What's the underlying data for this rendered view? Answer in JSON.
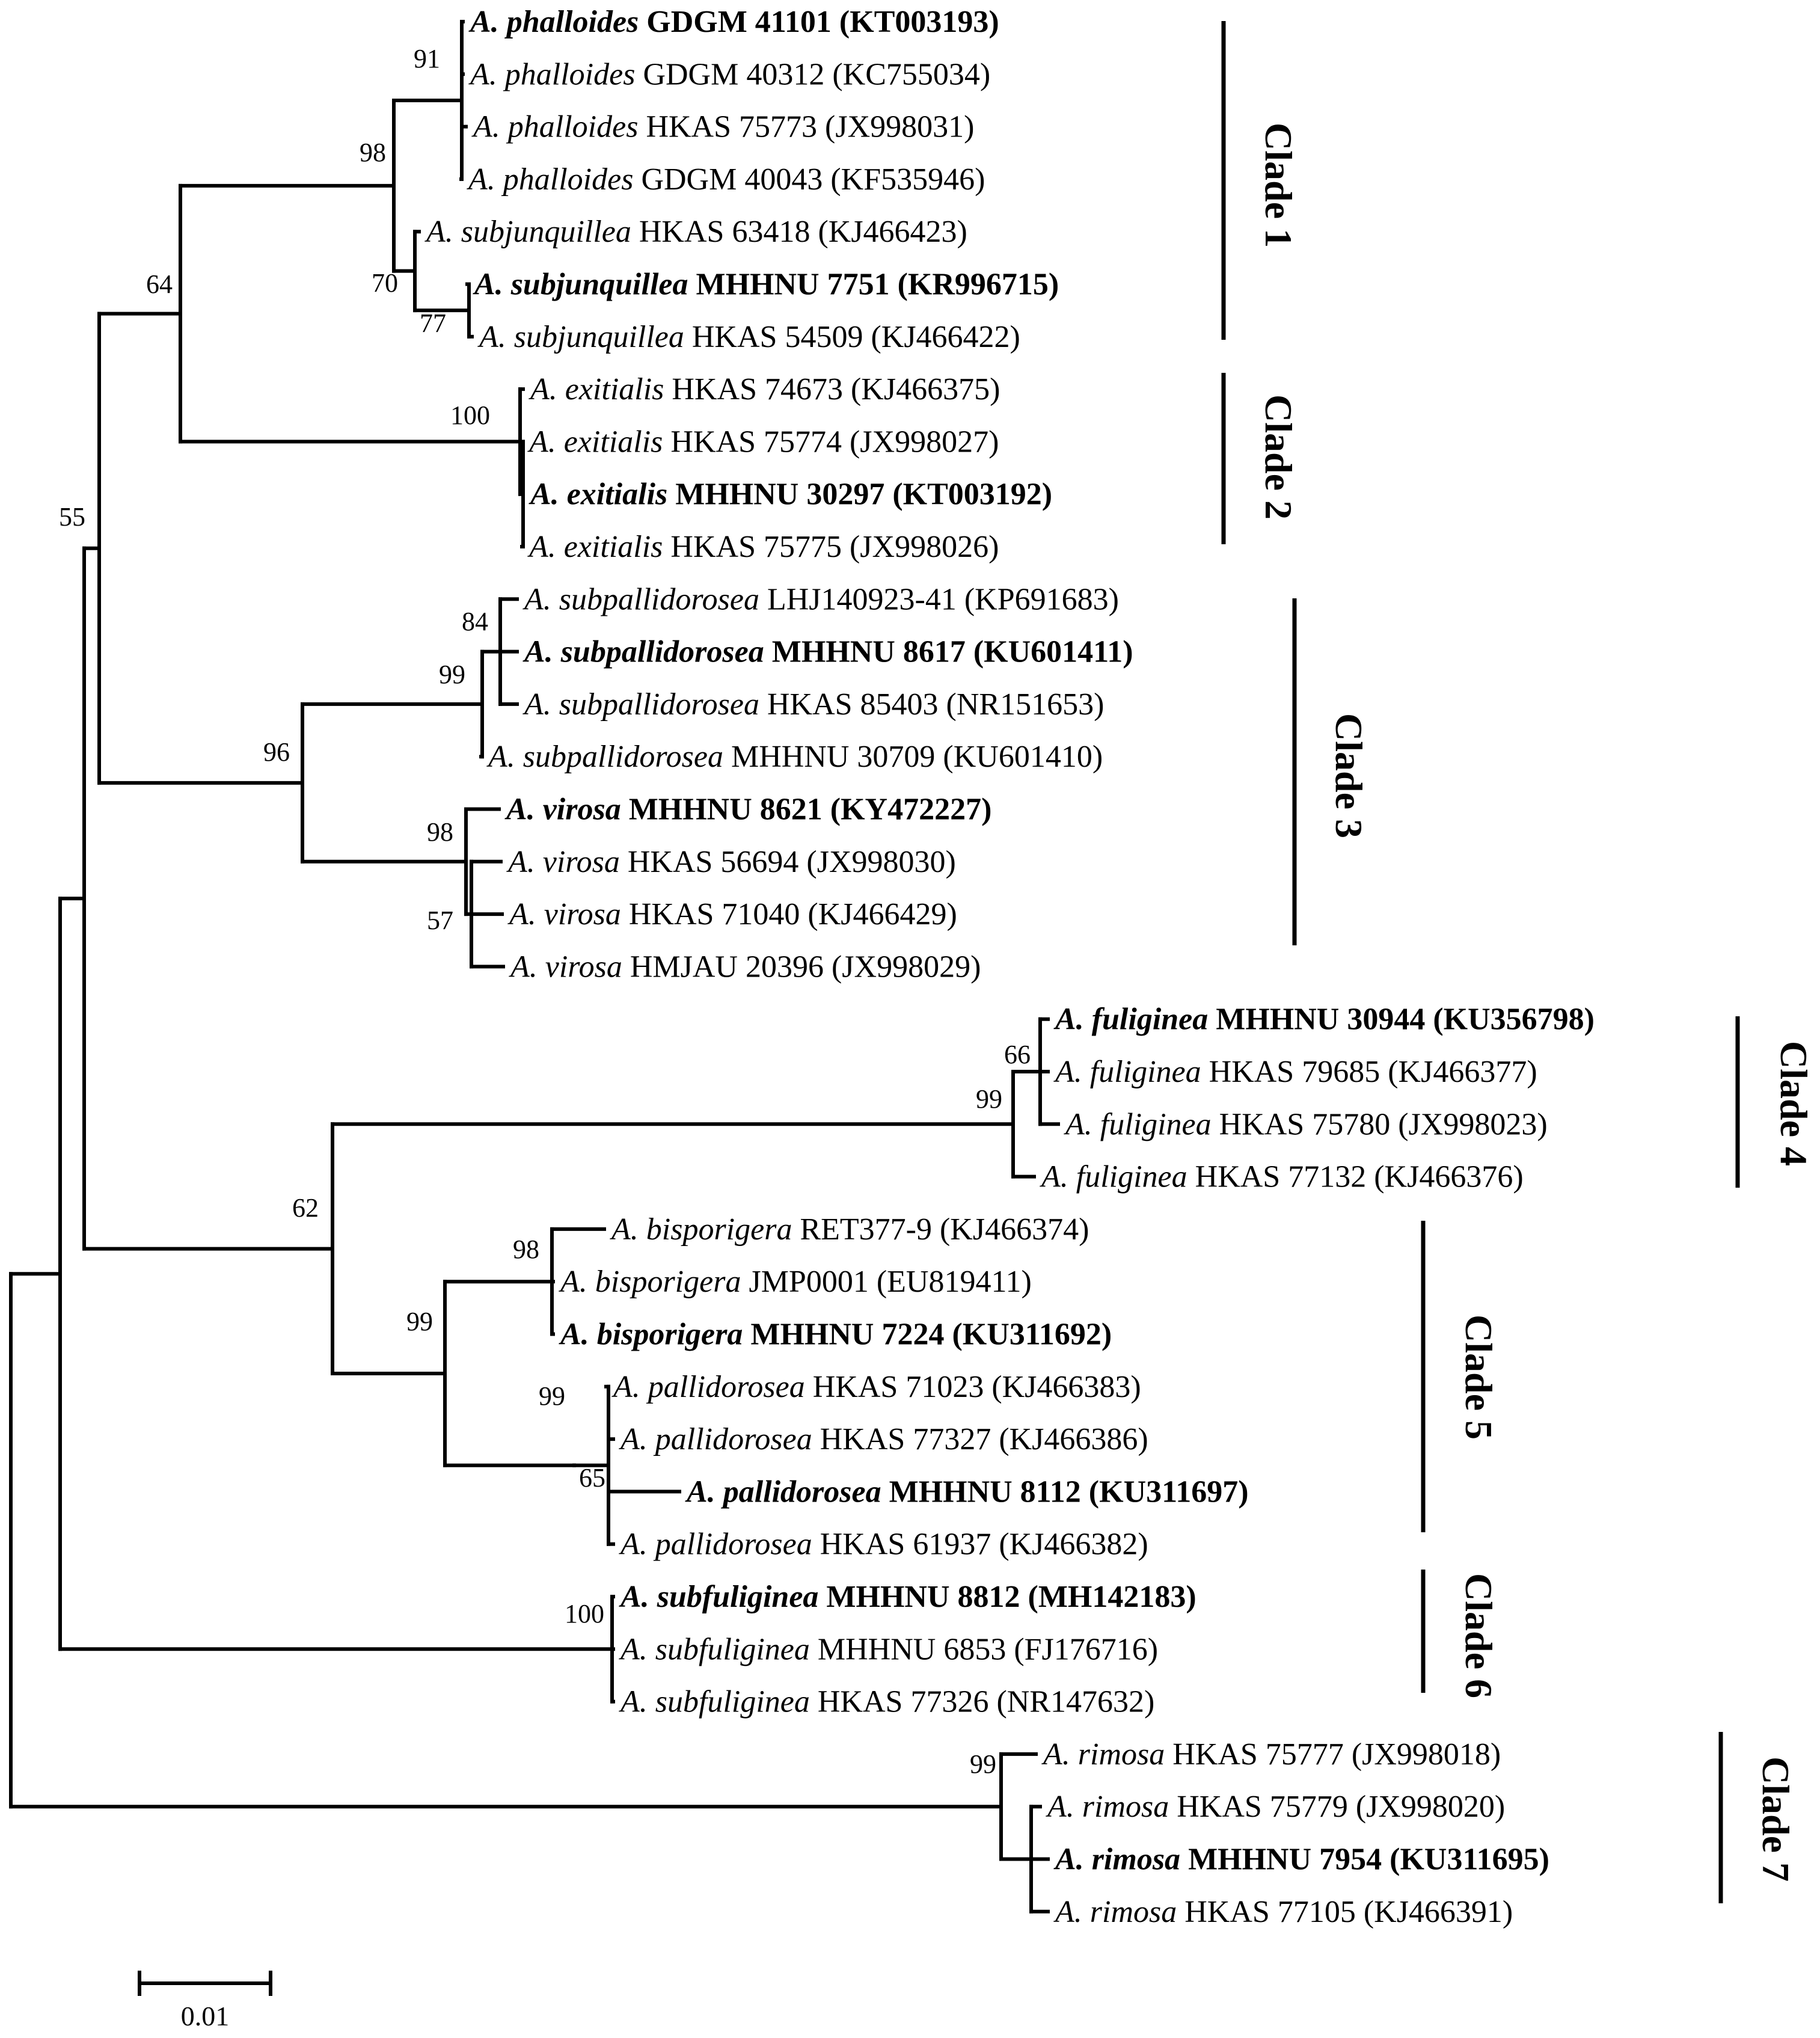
{
  "taxa": [
    {
      "genus": "A.",
      "species": "phalloides",
      "voucher": "GDGM 41101 (KT003193)",
      "bold": true
    },
    {
      "genus": "A.",
      "species": "phalloides",
      "voucher": "GDGM 40312 (KC755034)",
      "bold": false
    },
    {
      "genus": "A.",
      "species": "phalloides",
      "voucher": "HKAS 75773 (JX998031)",
      "bold": false
    },
    {
      "genus": "A.",
      "species": "phalloides",
      "voucher": "GDGM 40043 (KF535946)",
      "bold": false
    },
    {
      "genus": "A.",
      "species": "subjunquillea",
      "voucher": "HKAS 63418 (KJ466423)",
      "bold": false
    },
    {
      "genus": "A.",
      "species": "subjunquillea",
      "voucher": "MHHNU 7751 (KR996715)",
      "bold": true
    },
    {
      "genus": "A.",
      "species": "subjunquillea",
      "voucher": "HKAS 54509 (KJ466422)",
      "bold": false
    },
    {
      "genus": "A.",
      "species": "exitialis",
      "voucher": "HKAS 74673 (KJ466375)",
      "bold": false
    },
    {
      "genus": "A.",
      "species": "exitialis",
      "voucher": "HKAS 75774 (JX998027)",
      "bold": false
    },
    {
      "genus": "A.",
      "species": "exitialis",
      "voucher": "MHHNU 30297 (KT003192)",
      "bold": true
    },
    {
      "genus": "A.",
      "species": "exitialis",
      "voucher": "HKAS 75775 (JX998026)",
      "bold": false
    },
    {
      "genus": "A.",
      "species": "subpallidorosea",
      "voucher": "LHJ140923-41 (KP691683)",
      "bold": false
    },
    {
      "genus": "A.",
      "species": "subpallidorosea",
      "voucher": "MHHNU 8617 (KU601411)",
      "bold": true
    },
    {
      "genus": "A.",
      "species": "subpallidorosea",
      "voucher": "HKAS 85403 (NR151653)",
      "bold": false
    },
    {
      "genus": "A.",
      "species": "subpallidorosea",
      "voucher": "MHHNU 30709 (KU601410)",
      "bold": false
    },
    {
      "genus": "A.",
      "species": "virosa",
      "voucher": "MHHNU 8621 (KY472227)",
      "bold": true
    },
    {
      "genus": "A.",
      "species": "virosa",
      "voucher": "HKAS 56694 (JX998030)",
      "bold": false
    },
    {
      "genus": "A.",
      "species": "virosa",
      "voucher": "HKAS 71040 (KJ466429)",
      "bold": false
    },
    {
      "genus": "A.",
      "species": "virosa",
      "voucher": "HMJAU 20396 (JX998029)",
      "bold": false
    },
    {
      "genus": "A.",
      "species": "fuliginea",
      "voucher": "MHHNU 30944 (KU356798)",
      "bold": true
    },
    {
      "genus": "A.",
      "species": "fuliginea",
      "voucher": "HKAS 79685 (KJ466377)",
      "bold": false
    },
    {
      "genus": "A.",
      "species": "fuliginea",
      "voucher": "HKAS 75780 (JX998023)",
      "bold": false
    },
    {
      "genus": "A.",
      "species": "fuliginea",
      "voucher": "HKAS 77132 (KJ466376)",
      "bold": false
    },
    {
      "genus": "A.",
      "species": "bisporigera",
      "voucher": "RET377-9 (KJ466374)",
      "bold": false
    },
    {
      "genus": "A.",
      "species": "bisporigera",
      "voucher": "JMP0001 (EU819411)",
      "bold": false
    },
    {
      "genus": "A.",
      "species": "bisporigera",
      "voucher": "MHHNU 7224 (KU311692)",
      "bold": true
    },
    {
      "genus": "A.",
      "species": "pallidorosea",
      "voucher": "HKAS 71023 (KJ466383)",
      "bold": false
    },
    {
      "genus": "A.",
      "species": "pallidorosea",
      "voucher": "HKAS 77327 (KJ466386)",
      "bold": false
    },
    {
      "genus": "A.",
      "species": "pallidorosea",
      "voucher": "MHHNU 8112 (KU311697)",
      "bold": true
    },
    {
      "genus": "A.",
      "species": "pallidorosea",
      "voucher": "HKAS 61937 (KJ466382)",
      "bold": false
    },
    {
      "genus": "A.",
      "species": "subfuliginea",
      "voucher": "MHHNU 8812 (MH142183)",
      "bold": true
    },
    {
      "genus": "A.",
      "species": "subfuliginea",
      "voucher": "MHHNU 6853 (FJ176716)",
      "bold": false
    },
    {
      "genus": "A.",
      "species": "subfuliginea",
      "voucher": "HKAS 77326 (NR147632)",
      "bold": false
    },
    {
      "genus": "A.",
      "species": "rimosa",
      "voucher": "HKAS 75777 (JX998018)",
      "bold": false
    },
    {
      "genus": "A.",
      "species": "rimosa",
      "voucher": "HKAS 75779 (JX998020)",
      "bold": false
    },
    {
      "genus": "A.",
      "species": "rimosa",
      "voucher": "MHHNU 7954 (KU311695)",
      "bold": true
    },
    {
      "genus": "A.",
      "species": "rimosa",
      "voucher": "HKAS 77105 (KJ466391)",
      "bold": false
    }
  ],
  "support_values": [
    "91",
    "98",
    "70",
    "77",
    "64",
    "100",
    "55",
    "84",
    "99",
    "96",
    "98",
    "57",
    "66",
    "99",
    "62",
    "98",
    "99",
    "99",
    "65",
    "100",
    "99"
  ],
  "clades": [
    "Clade 1",
    "Clade 2",
    "Clade 3",
    "Clade 4",
    "Clade 5",
    "Clade 6",
    "Clade 7"
  ],
  "scale_bar": {
    "label": "0.01"
  }
}
